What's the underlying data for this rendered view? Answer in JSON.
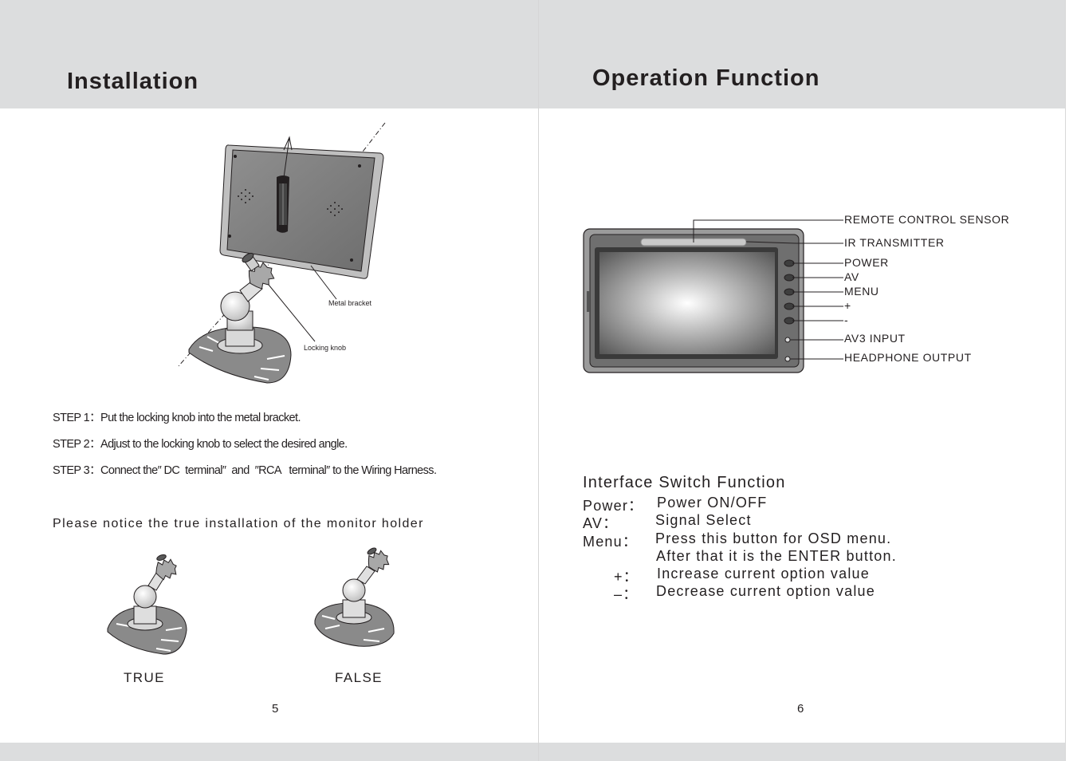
{
  "left_page": {
    "title": "Installation",
    "figure_labels": {
      "metal_bracket": "Metal bracket",
      "locking_knob": "Locking knob"
    },
    "steps": [
      "STEP 1：Put the locking knob into the metal bracket.",
      "STEP 2：Adjust to the locking knob to select the desired angle.",
      "STEP 3：Connect the″ DC  terminal″  and  ″RCA   terminal″ to the Wiring Harness."
    ],
    "notice": "Please notice the true installation of the monitor holder",
    "true_label": "TRUE",
    "false_label": "FALSE",
    "page_number": "5"
  },
  "right_page": {
    "title": "Operation Function",
    "callouts": {
      "remote": "REMOTE CONTROL SENSOR",
      "ir": "IR TRANSMITTER",
      "power": "POWER",
      "av": "AV",
      "menu": "MENU",
      "plus": "+",
      "minus": "-",
      "av3": "AV3 INPUT",
      "headphone": "HEADPHONE OUTPUT"
    },
    "interface": {
      "heading": "Interface Switch Function",
      "rows": [
        {
          "key": "Power：",
          "value": "Power ON/OFF"
        },
        {
          "key": "AV：",
          "value": "Signal Select"
        },
        {
          "key": "Menu：",
          "value": "Press this button for OSD menu."
        },
        {
          "key": "",
          "value": "After that it is the ENTER button."
        },
        {
          "key": "+：",
          "value": "Increase current option value"
        },
        {
          "key": "–：",
          "value": "Decrease current option value"
        }
      ]
    },
    "page_number": "6"
  },
  "colors": {
    "header_band": "#dcddde",
    "ink": "#231f20"
  }
}
